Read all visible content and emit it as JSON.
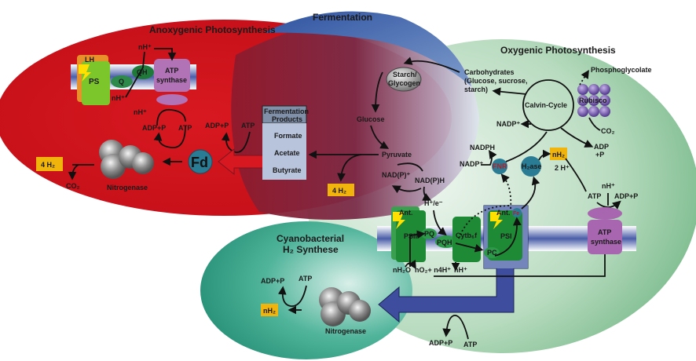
{
  "regions": {
    "anoxygenic": "Anoxygenic Photosynthesis",
    "fermentation": "Fermentation",
    "oxygenic": "Oxygenic Photosynthesis",
    "cyano_line1": "Cyanobacterial",
    "cyano_line2": "H₂ Synthese"
  },
  "anoxygenic": {
    "lh": "LH",
    "ps": "PS",
    "q": "Q",
    "qh": "QH",
    "atp_synthase_1": "ATP",
    "atp_synthase_2": "synthase",
    "nh_top": "nH⁺",
    "nh_bottom": "nH⁺",
    "nh_atp": "nH⁺",
    "adp": "ADP+P",
    "atp": "ATP",
    "adp2": "ADP+P",
    "atp2": "ATP",
    "fd": "Fd",
    "nitrogenase": "Nitrogenase",
    "h2": "4 H₂",
    "co2": "CO₂"
  },
  "fermentation": {
    "products_header_1": "Fermentation",
    "products_header_2": "Products",
    "products": [
      "Formate",
      "Acetate",
      "Butyrate"
    ],
    "starch_1": "Starch/",
    "starch_2": "Glycogen",
    "glucose": "Glucose",
    "pyruvate": "Pyruvate",
    "h2": "4 H₂",
    "nadp_ox": "NAD(P)⁺",
    "nadp_red": "NAD(P)H",
    "he": "H⁺/e⁻"
  },
  "oxygenic": {
    "carbs_1": "Carbohydrates",
    "carbs_2": "(Glucose, sucrose,",
    "carbs_3": "starch)",
    "phosphoglycolate": "Phosphoglycolate",
    "calvin": "Calvin-Cycle",
    "rubisco": "Rubisco",
    "nadp_plus": "NADP⁺",
    "co2": "CO₂",
    "adp_1": "ADP",
    "adp_2": "+P",
    "nadph": "NADPH",
    "nadp_plus2": "NADP⁺",
    "fnr": "FNR",
    "hase": "H₂ase",
    "nh2": "nH₂",
    "two_h": "2 H⁺",
    "atp": "ATP",
    "nh": "nH⁺",
    "adpp": "ADP+P",
    "ant1": "Ant.",
    "ant2": "Ant.",
    "psii": "PSII",
    "psi": "PSI",
    "pq": "PQ",
    "pqh2": "PQH₂",
    "cytb6f": "Cytb₆f",
    "pc": "PC",
    "fe": "Fe",
    "atp_synthase_1": "ATP",
    "atp_synthase_2": "synthase",
    "nh2o": "nH₂O",
    "no2": "nO₂+ n4H⁺",
    "nh_out": "nH⁺",
    "bottom_adp": "ADP+P",
    "bottom_atp": "ATP"
  },
  "cyano": {
    "adp": "ADP+P",
    "atp": "ATP",
    "nh2": "nH₂",
    "nitrogenase": "Nitrogenase"
  },
  "colors": {
    "anoxygenic_red": "#c8141c",
    "fermentation_blue": "#3a5ea8",
    "oxygenic_green": "#8cc79a",
    "cyano_teal": "#2b9b80",
    "h2_box": "#f0b40c",
    "psii_green": "#1e8a36",
    "atp_synthase_purple": "#a865b0",
    "fd_teal": "#2a7c94"
  }
}
